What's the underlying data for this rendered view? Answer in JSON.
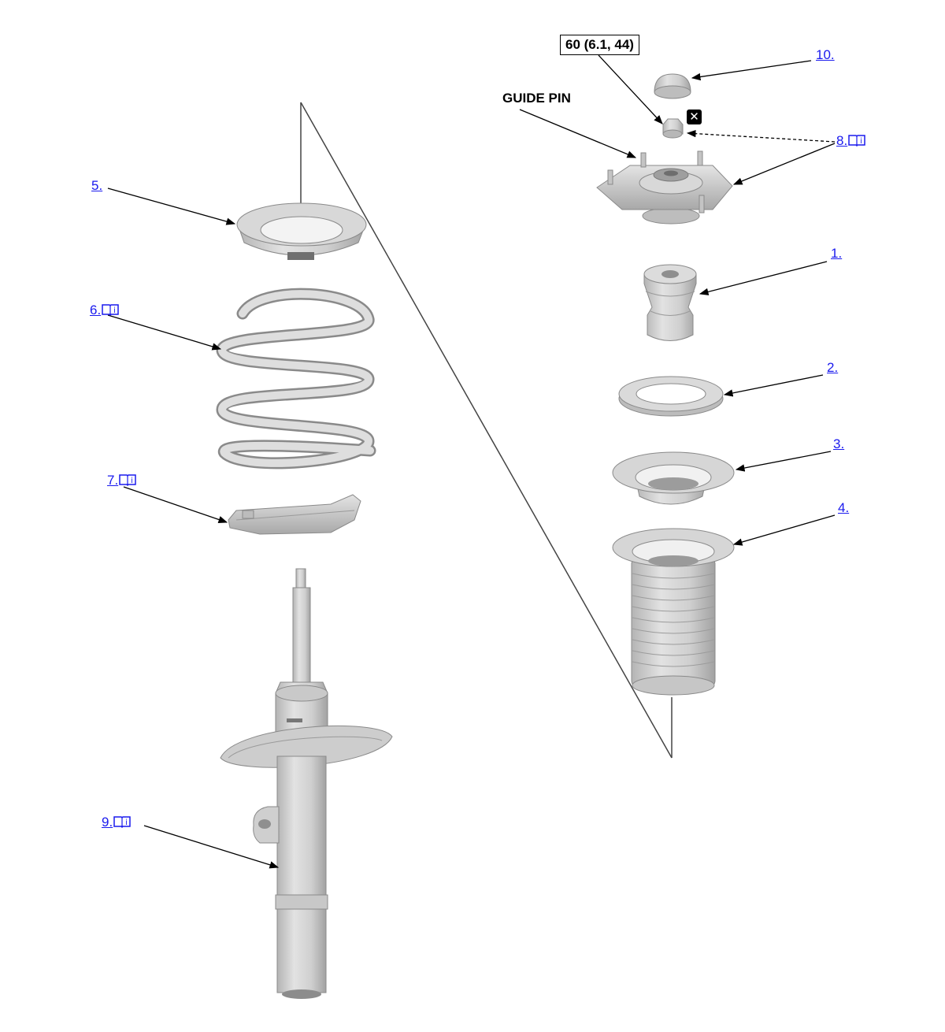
{
  "torque_spec": "60 (6.1, 44)",
  "guide_pin_label": "GUIDE PIN",
  "replace_icon_glyph": "✕",
  "callouts": {
    "c1": "1.",
    "c2": "2.",
    "c3": "3.",
    "c4": "4.",
    "c5": "5.",
    "c6": "6.",
    "c7": "7.",
    "c8": "8.",
    "c9": "9.",
    "c10": "10."
  },
  "colors": {
    "link": "#1a1aee",
    "part_fill": "#d4d4d4",
    "part_shade": "#a9a9a9",
    "part_edge": "#8a8a8a",
    "leader": "#000000"
  },
  "icons": {
    "info_manual": "book-info-icon",
    "replace_part": "replace-x-icon"
  }
}
